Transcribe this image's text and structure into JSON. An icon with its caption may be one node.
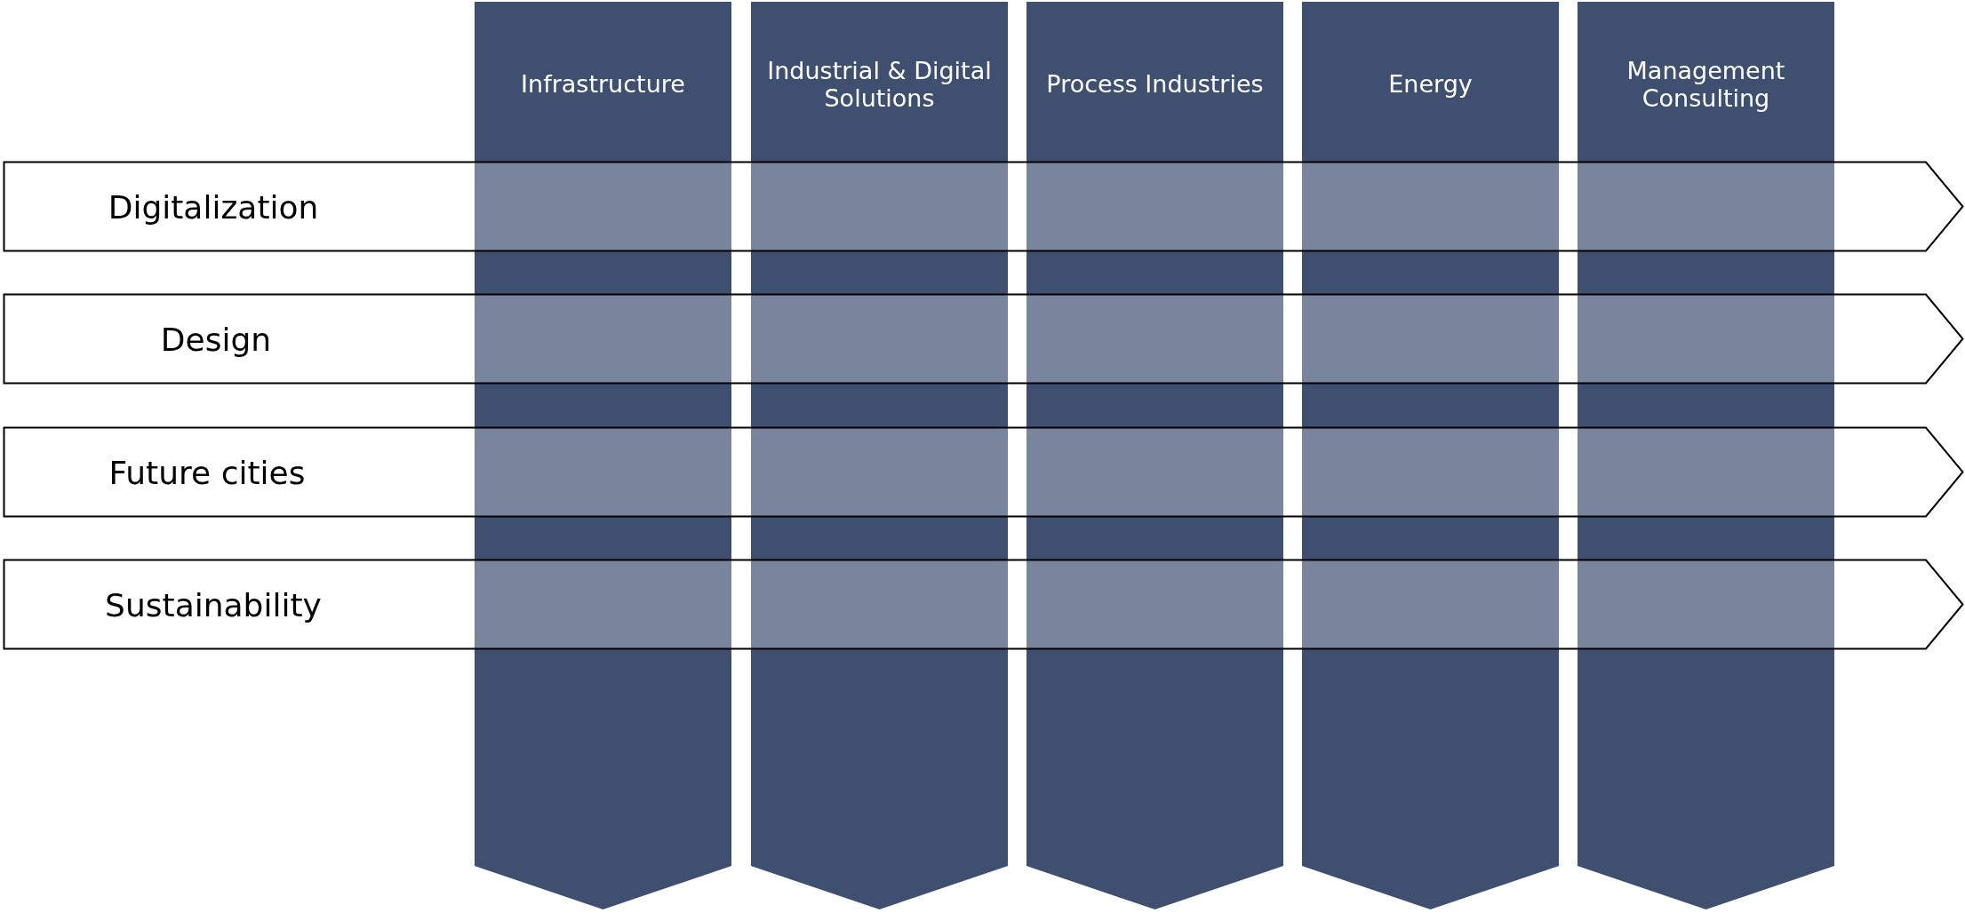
{
  "diagram": {
    "nodes": [
      {
        "text": [
          "Infrastructure"
        ]
      },
      {
        "text": [
          "Industrial & Digital Solutions"
        ]
      },
      {
        "text": [
          "Process Industries"
        ]
      },
      {
        "text": [
          "Energy"
        ]
      },
      {
        "text": [
          "Management Consulting"
        ]
      },
      {
        "text": [
          "Digitalization"
        ]
      },
      {
        "text": [
          "Design"
        ]
      },
      {
        "text": [
          "Future cities"
        ]
      },
      {
        "text": [
          "Sustainability"
        ]
      }
    ]
  }
}
